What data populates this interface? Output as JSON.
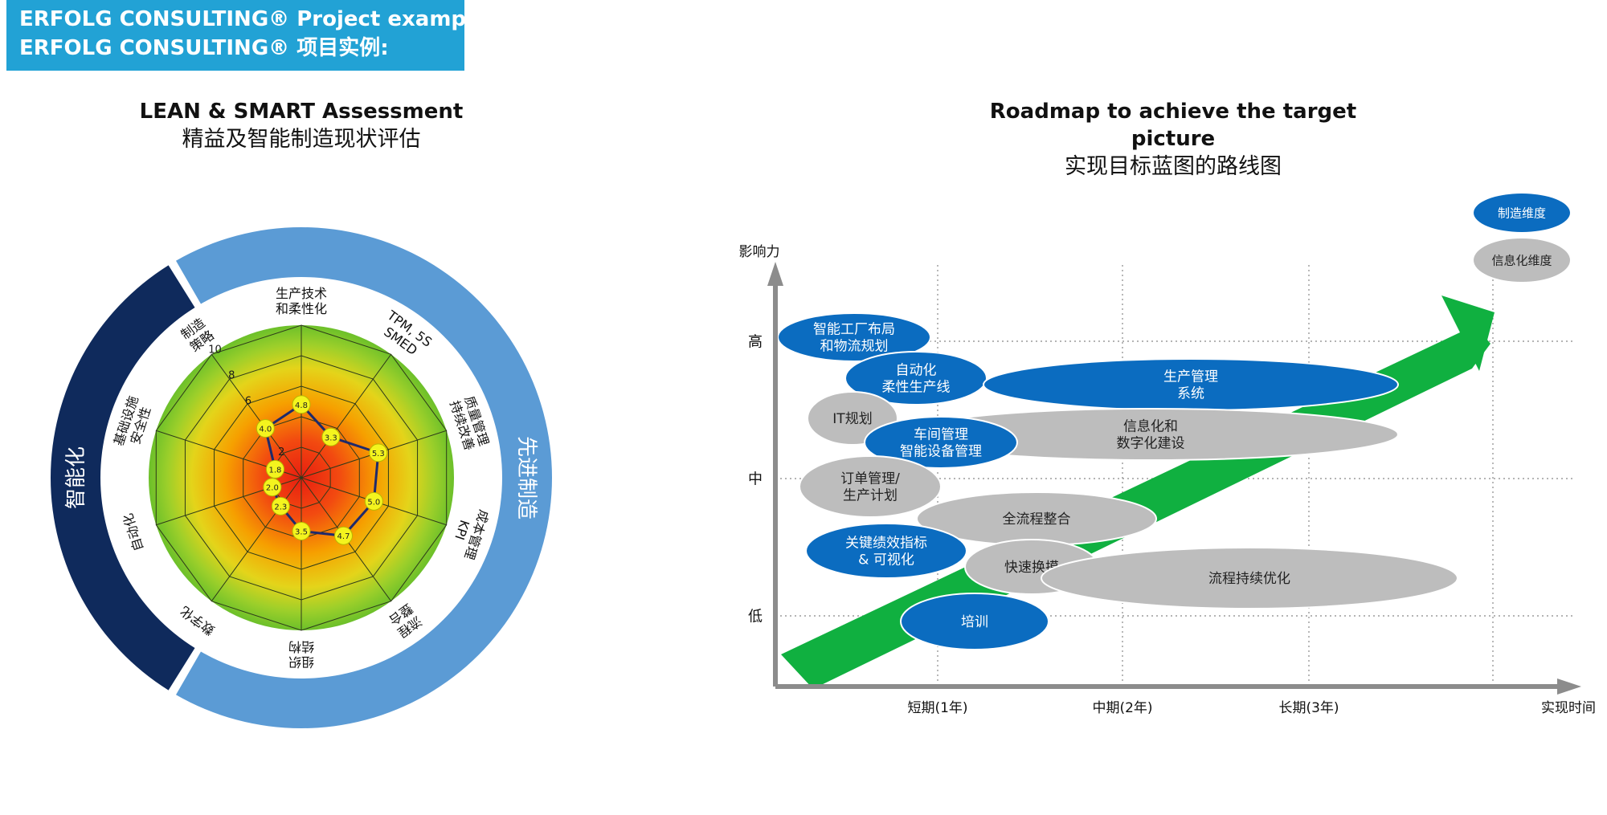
{
  "banner": {
    "line1": "ERFOLG CONSULTING® Project example:",
    "line2": "ERFOLG CONSULTING® 项目实例:"
  },
  "assessment": {
    "title_en": "LEAN & SMART Assessment",
    "title_cn": "精益及智能制造现状评估",
    "outer_ring_left": "智能化",
    "outer_ring_right": "先进制造",
    "spokes": [
      "生产技术\n和柔性化",
      "TPM, 5S\nSMED",
      "质量管理\n持续改善",
      "成本管理\nKPI",
      "流程\n整合",
      "组织\n结构",
      "数字化",
      "自动化",
      "基础设施\n安全性",
      "制造\n策略"
    ],
    "scale_labels": [
      "10",
      "8",
      "6",
      "4",
      "2"
    ],
    "scores": [
      4.8,
      3.3,
      5.3,
      5.0,
      4.7,
      3.5,
      2.3,
      2.0,
      1.8,
      4.0
    ],
    "score_labels": [
      "4.8",
      "3.3",
      "5.3",
      "5.0",
      "4.7",
      "3.5",
      "2.3",
      "2.0",
      "1.8",
      "4.0"
    ],
    "max": 10,
    "colors": {
      "left_ring": "#0F2A5C",
      "right_ring": "#5B9BD5",
      "marker": "#F4F41E",
      "line": "#1F2A6B"
    }
  },
  "roadmap": {
    "title_en": "Roadmap to achieve the target picture",
    "title_cn": "实现目标蓝图的路线图",
    "y_axis_label": "影响力",
    "x_axis_label": "实现时间",
    "y_ticks": [
      "高",
      "中",
      "低"
    ],
    "x_ticks": [
      "短期(1年)",
      "中期(2年)",
      "长期(3年)"
    ],
    "legend": {
      "blue": "制造维度",
      "gray": "信息化维度"
    },
    "items": [
      {
        "text": "智能工厂布局\n和物流规划",
        "kind": "blue"
      },
      {
        "text": "自动化\n柔性生产线",
        "kind": "blue"
      },
      {
        "text": "生产管理\n系统",
        "kind": "blue"
      },
      {
        "text": "IT规划",
        "kind": "gray"
      },
      {
        "text": "信息化和\n数字化建设",
        "kind": "gray"
      },
      {
        "text": "车间管理\n智能设备管理",
        "kind": "blue"
      },
      {
        "text": "订单管理/\n生产计划",
        "kind": "gray"
      },
      {
        "text": "全流程整合",
        "kind": "gray"
      },
      {
        "text": "关键绩效指标\n& 可视化",
        "kind": "blue"
      },
      {
        "text": "快速换摸",
        "kind": "gray"
      },
      {
        "text": "流程持续优化",
        "kind": "gray"
      },
      {
        "text": "培训",
        "kind": "blue"
      }
    ],
    "colors": {
      "blue": "#0B6CC0",
      "gray": "#BDBDBD",
      "arrow": "#10B040"
    }
  }
}
